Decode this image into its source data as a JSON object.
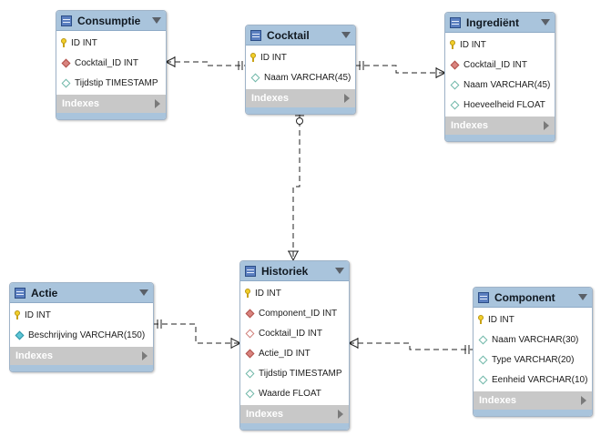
{
  "colors": {
    "header": "#a9c4dc",
    "indexes": "#c8c8c8",
    "line": "#222222"
  },
  "indexes_label": "Indexes",
  "tables": {
    "consumptie": {
      "name": "Consumptie",
      "columns": [
        {
          "text": "ID INT",
          "icon": "primary-key-icon"
        },
        {
          "text": "Cocktail_ID INT",
          "icon": "foreign-key-icon"
        },
        {
          "text": "Tijdstip TIMESTAMP",
          "icon": "column-icon"
        }
      ]
    },
    "cocktail": {
      "name": "Cocktail",
      "columns": [
        {
          "text": "ID INT",
          "icon": "primary-key-icon"
        },
        {
          "text": "Naam VARCHAR(45)",
          "icon": "column-icon"
        }
      ]
    },
    "ingredient": {
      "name": "Ingrediënt",
      "columns": [
        {
          "text": "ID INT",
          "icon": "primary-key-icon"
        },
        {
          "text": "Cocktail_ID INT",
          "icon": "foreign-key-icon"
        },
        {
          "text": "Naam VARCHAR(45)",
          "icon": "column-icon"
        },
        {
          "text": "Hoeveelheid FLOAT",
          "icon": "column-icon"
        }
      ]
    },
    "actie": {
      "name": "Actie",
      "columns": [
        {
          "text": "ID INT",
          "icon": "primary-key-icon"
        },
        {
          "text": "Beschrijving VARCHAR(150)",
          "icon": "not-null-column-icon"
        }
      ]
    },
    "historiek": {
      "name": "Historiek",
      "columns": [
        {
          "text": "ID INT",
          "icon": "primary-key-icon"
        },
        {
          "text": "Component_ID INT",
          "icon": "foreign-key-icon"
        },
        {
          "text": "Cocktail_ID INT",
          "icon": "nullable-foreign-key-icon"
        },
        {
          "text": "Actie_ID INT",
          "icon": "foreign-key-icon"
        },
        {
          "text": "Tijdstip TIMESTAMP",
          "icon": "column-icon"
        },
        {
          "text": "Waarde FLOAT",
          "icon": "column-icon"
        }
      ]
    },
    "component": {
      "name": "Component",
      "columns": [
        {
          "text": "ID INT",
          "icon": "primary-key-icon"
        },
        {
          "text": "Naam VARCHAR(30)",
          "icon": "column-icon"
        },
        {
          "text": "Type VARCHAR(20)",
          "icon": "column-icon"
        },
        {
          "text": "Eenheid VARCHAR(10)",
          "icon": "column-icon"
        }
      ]
    }
  },
  "relationships": [
    {
      "from": "consumptie",
      "to": "cocktail",
      "from_end": "many-mandatory",
      "to_end": "one-mandatory"
    },
    {
      "from": "ingredient",
      "to": "cocktail",
      "from_end": "many-mandatory",
      "to_end": "one-mandatory"
    },
    {
      "from": "historiek",
      "to": "cocktail",
      "from_end": "many",
      "to_end": "one-optional"
    },
    {
      "from": "historiek",
      "to": "actie",
      "from_end": "many-mandatory",
      "to_end": "one-mandatory"
    },
    {
      "from": "historiek",
      "to": "component",
      "from_end": "many-mandatory",
      "to_end": "one-mandatory"
    }
  ]
}
